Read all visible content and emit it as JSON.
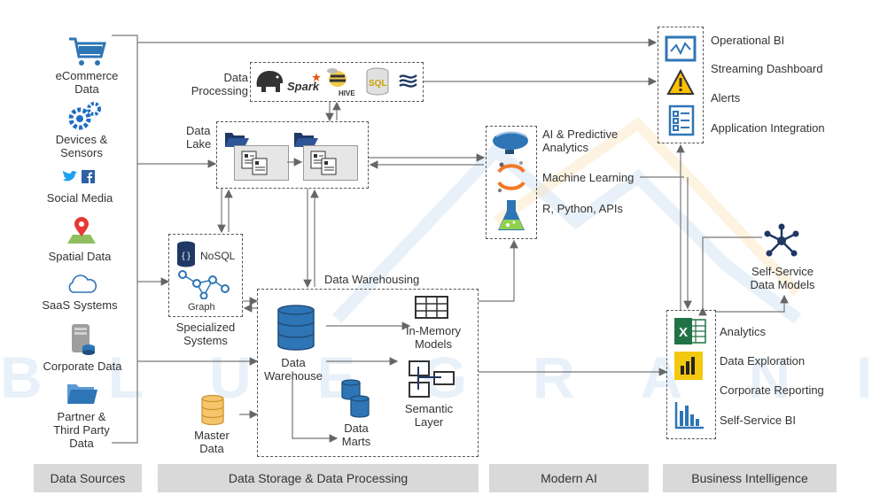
{
  "watermark": "BLUEGRANITE",
  "sources": {
    "ecommerce": "eCommerce\nData",
    "devices": "Devices &\nSensors",
    "social": "Social Media",
    "spatial": "Spatial Data",
    "saas": "SaaS Systems",
    "corporate": "Corporate Data",
    "partner": "Partner &\nThird Party\nData"
  },
  "processing": {
    "data_processing": "Data\nProcessing",
    "spark": "Spark",
    "hive": "HIVE",
    "sql": "SQL",
    "data_lake": "Data\nLake",
    "nosql": "NoSQL",
    "graph": "Graph",
    "specialized": "Specialized\nSystems",
    "dw_heading": "Data Warehousing",
    "data_warehouse": "Data\nWarehouse",
    "in_memory": "In-Memory\nModels",
    "semantic": "Semantic\nLayer",
    "data_marts": "Data\nMarts",
    "master_data": "Master\nData"
  },
  "ai": {
    "predictive": "AI & Predictive\nAnalytics",
    "ml": "Machine Learning",
    "r_python": "R, Python, APIs"
  },
  "bi_top": {
    "operational": "Operational BI",
    "streaming": "Streaming Dashboard",
    "alerts": "Alerts",
    "app_integration": "Application Integration"
  },
  "self_service_models": "Self-Service\nData Models",
  "bi_bottom": {
    "analytics": "Analytics",
    "exploration": "Data Exploration",
    "reporting": "Corporate Reporting",
    "self_service_bi": "Self-Service BI"
  },
  "footer": {
    "sources": "Data Sources",
    "storage": "Data Storage & Data Processing",
    "ai": "Modern AI",
    "bi": "Business Intelligence"
  },
  "colors": {
    "blue": "#2e75b6",
    "dark_blue": "#1f4e79",
    "orange": "#ed7d31",
    "yellow": "#ffc000",
    "green_excel": "#217346",
    "footer_gray": "#d9d9d9"
  }
}
